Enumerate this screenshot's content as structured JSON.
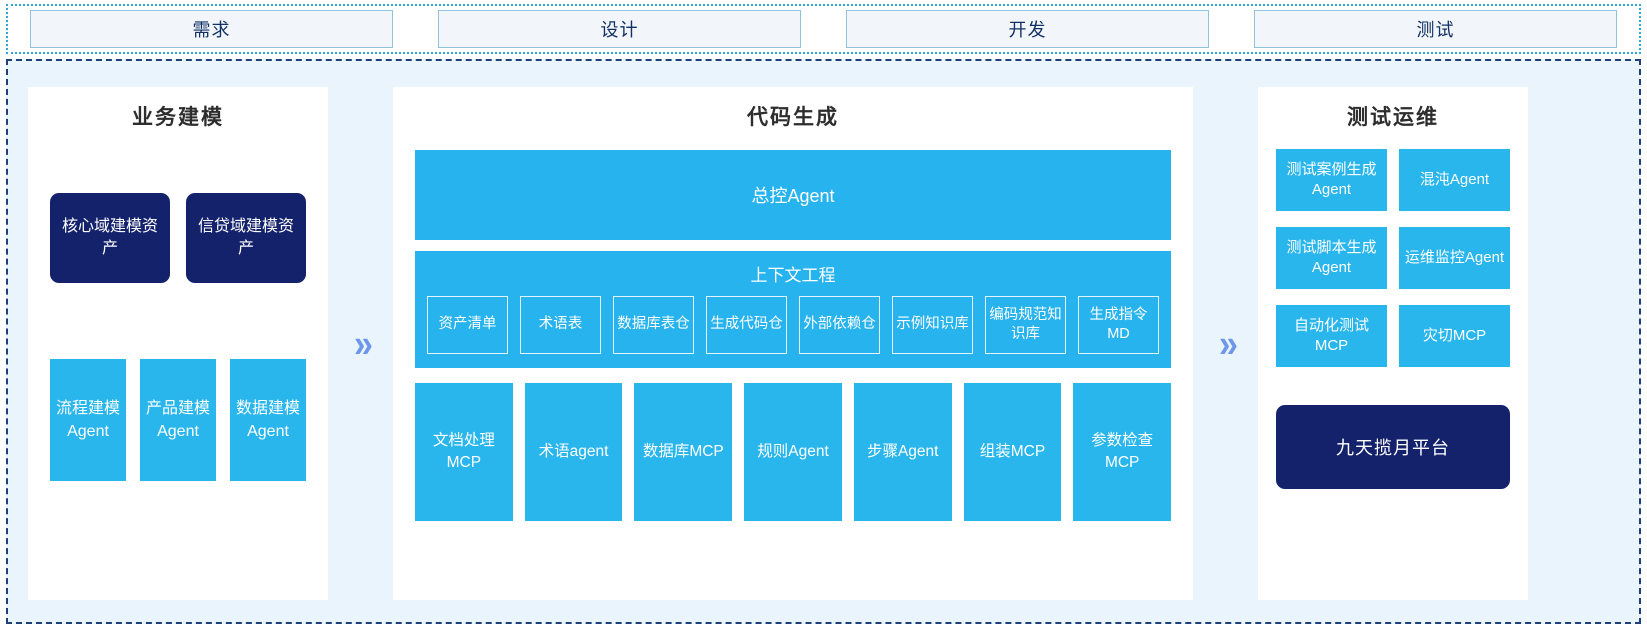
{
  "stages": [
    {
      "label": "需求"
    },
    {
      "label": "设计"
    },
    {
      "label": "开发"
    },
    {
      "label": "测试"
    }
  ],
  "arrow": {
    "glyph": "»"
  },
  "colors": {
    "cyan": "#29b6ed",
    "navy": "#14226c",
    "chevron": "#6f97e9",
    "panel_bg": "#e9f4fd",
    "stage_border": "#8fc4dd"
  },
  "left_panel": {
    "title": "业务建模",
    "assets": [
      {
        "label": "核心域建模资产"
      },
      {
        "label": "信贷域建模资产"
      }
    ],
    "agents": [
      {
        "label": "流程建模Agent"
      },
      {
        "label": "产品建模Agent"
      },
      {
        "label": "数据建模Agent"
      }
    ]
  },
  "mid_panel": {
    "title": "代码生成",
    "controller": {
      "label": "总控Agent"
    },
    "context": {
      "title": "上下文工程",
      "tags": [
        {
          "label": "资产清单"
        },
        {
          "label": "术语表"
        },
        {
          "label": "数据库表仓"
        },
        {
          "label": "生成代码仓"
        },
        {
          "label": "外部依赖仓"
        },
        {
          "label": "示例知识库"
        },
        {
          "label": "编码规范知识库"
        },
        {
          "label": "生成指令MD"
        }
      ]
    },
    "tools": [
      {
        "label": "文档处理MCP"
      },
      {
        "label": "术语agent"
      },
      {
        "label": "数据库MCP"
      },
      {
        "label": "规则Agent"
      },
      {
        "label": "步骤Agent"
      },
      {
        "label": "组装MCP"
      },
      {
        "label": "参数检查MCP"
      }
    ]
  },
  "right_panel": {
    "title": "测试运维",
    "rows": [
      [
        {
          "label": "测试案例生成Agent"
        },
        {
          "label": "混沌Agent"
        }
      ],
      [
        {
          "label": "测试脚本生成Agent"
        },
        {
          "label": "运维监控Agent"
        }
      ],
      [
        {
          "label": "自动化测试MCP"
        },
        {
          "label": "灾切MCP"
        }
      ]
    ],
    "platform": {
      "label": "九天揽月平台"
    }
  }
}
